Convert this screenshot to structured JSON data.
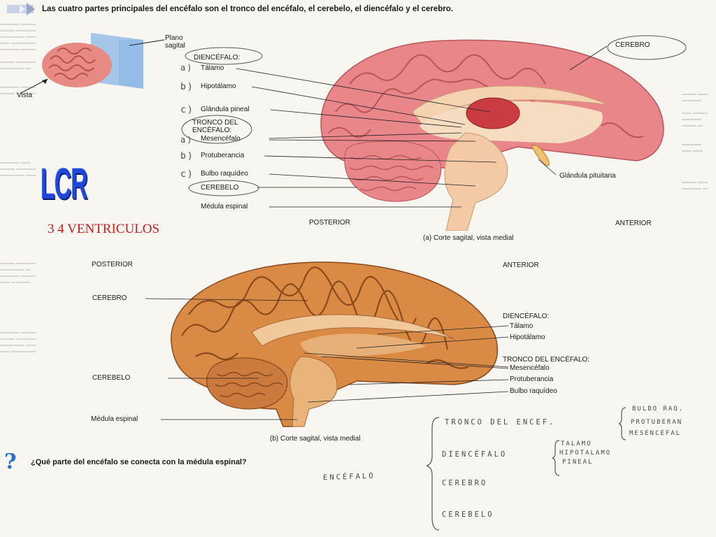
{
  "header": {
    "text": "Las cuatro partes principales del encéfalo son el tronco del encéfalo, el cerebelo, el diencéfalo y el cerebro."
  },
  "inset": {
    "plano": "Plano",
    "sagital": "sagital",
    "vista": "Vista"
  },
  "figure_a": {
    "labels": {
      "diencefalo": "DIENCÉFALO:",
      "talamo": "Tálamo",
      "hipotalamo": "Hipotálamo",
      "glandula_pineal": "Glándula pineal",
      "tronco1": "TRONCO DEL",
      "tronco2": "ENCÉFALO:",
      "mesencefalo": "Mesencéfalo",
      "protuberancia": "Protuberancia",
      "bulbo": "Bulbo raquídeo",
      "cerebelo": "CEREBELO",
      "medula": "Médula espinal",
      "cerebro": "CEREBRO",
      "pituitaria": "Glándula pituitaria",
      "posterior": "POSTERIOR",
      "anterior": "ANTERIOR",
      "caption": "(a) Corte sagital, vista medial"
    },
    "handwritten_marks": {
      "a1": "a)",
      "b1": "b)",
      "c1": "c)",
      "a2": "a)",
      "b2": "b)",
      "c2": "c)"
    }
  },
  "figure_b": {
    "labels": {
      "posterior": "POSTERIOR",
      "anterior": "ANTERIOR",
      "cerebro": "CEREBRO",
      "cerebelo": "CEREBELO",
      "medula": "Médula espinal",
      "diencefalo": "DIENCÉFALO:",
      "talamo": "Tálamo",
      "hipotalamo": "Hipotálamo",
      "tronco": "TRONCO DEL ENCÉFALO:",
      "mesencefalo": "Mesencéfalo",
      "protuberancia": "Protuberancia",
      "bulbo": "Bulbo raquídeo",
      "caption": "(b) Corte sagital, vista medial"
    }
  },
  "overlay": {
    "lcr": "LCR",
    "ventriculos": "3 4 VENTRICULOS"
  },
  "question": {
    "text": "¿Qué parte del encéfalo se conecta con la médula espinal?",
    "answer": "ENCÉFALO"
  },
  "handwritten_notes": {
    "tronco": "TRONCO DEL ENCEF.",
    "bulbo": "BULBO RAQ.",
    "protuberancia": "PROTUBERAN",
    "mesencefalo": "MESENCEFAL",
    "diencefalo": "DIENCÉFALO",
    "talamo": "TALAMO",
    "hipotalamo": "HIPOTALAMO",
    "pineal": "PINEAL",
    "cerebro": "CEREBRO",
    "cerebelo": "CEREBELO"
  },
  "colors": {
    "brain_pink": "#e8868a",
    "brain_dark": "#c85a5e",
    "thalamus": "#c83c42",
    "stem": "#f3c9a6",
    "real_brain": "#d98a45",
    "lcr_blue": "#1f47d8",
    "ventricle_red": "#cc1b1b"
  }
}
